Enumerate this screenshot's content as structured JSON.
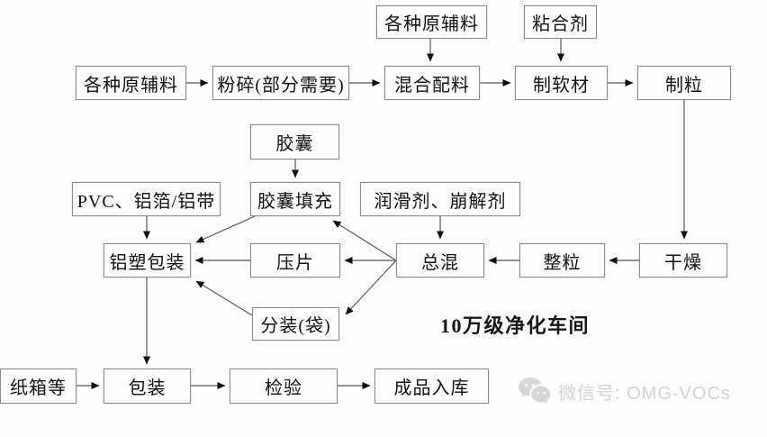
{
  "diagram": {
    "type": "flowchart",
    "subject": "capsule-and-tablet production process",
    "workshop_label": "10万级净化车间",
    "nodes": {
      "raw_materials_top": {
        "label": "各种原辅料"
      },
      "adhesive": {
        "label": "粘合剂"
      },
      "raw_materials": {
        "label": "各种原辅料"
      },
      "crushing": {
        "label": "粉碎(部分需要)"
      },
      "mixing": {
        "label": "混合配料"
      },
      "soft_material": {
        "label": "制软材"
      },
      "granulation": {
        "label": "制粒"
      },
      "capsule": {
        "label": "胶囊"
      },
      "pvc_foil": {
        "label": "PVC、铝箔/铝带"
      },
      "capsule_filling": {
        "label": "胶囊填充"
      },
      "lubricant": {
        "label": "润滑剂、崩解剂"
      },
      "blister_packing": {
        "label": "铝塑包装"
      },
      "tableting": {
        "label": "压片"
      },
      "final_mixing": {
        "label": "总混"
      },
      "granule_sizing": {
        "label": "整粒"
      },
      "drying": {
        "label": "干燥"
      },
      "bagging": {
        "label": "分装(袋)"
      },
      "carton": {
        "label": "纸箱等"
      },
      "packing": {
        "label": "包装"
      },
      "inspection": {
        "label": "检验"
      },
      "warehousing": {
        "label": "成品入库"
      }
    },
    "edges": [
      {
        "from": "raw_materials_top",
        "to": "mixing"
      },
      {
        "from": "adhesive",
        "to": "soft_material"
      },
      {
        "from": "raw_materials",
        "to": "crushing"
      },
      {
        "from": "crushing",
        "to": "mixing"
      },
      {
        "from": "mixing",
        "to": "soft_material"
      },
      {
        "from": "soft_material",
        "to": "granulation"
      },
      {
        "from": "granulation",
        "to": "drying"
      },
      {
        "from": "capsule",
        "to": "capsule_filling"
      },
      {
        "from": "pvc_foil",
        "to": "blister_packing"
      },
      {
        "from": "lubricant",
        "to": "final_mixing"
      },
      {
        "from": "drying",
        "to": "granule_sizing"
      },
      {
        "from": "granule_sizing",
        "to": "final_mixing"
      },
      {
        "from": "final_mixing",
        "to": "tableting"
      },
      {
        "from": "final_mixing",
        "to": "capsule_filling"
      },
      {
        "from": "final_mixing",
        "to": "bagging"
      },
      {
        "from": "tableting",
        "to": "blister_packing"
      },
      {
        "from": "capsule_filling",
        "to": "blister_packing"
      },
      {
        "from": "bagging",
        "to": "blister_packing"
      },
      {
        "from": "blister_packing",
        "to": "packing"
      },
      {
        "from": "carton",
        "to": "packing"
      },
      {
        "from": "packing",
        "to": "inspection"
      },
      {
        "from": "inspection",
        "to": "warehousing"
      }
    ],
    "watermark": {
      "icon": "wechat-icon",
      "text": "微信号: OMG-VOCs"
    },
    "colors": {
      "box_border": "#8c8c8c",
      "line": "#595959",
      "arrowhead": "#111111",
      "text": "#111111",
      "watermark": "#d2d2d2",
      "background": "#fdfdfd"
    }
  }
}
